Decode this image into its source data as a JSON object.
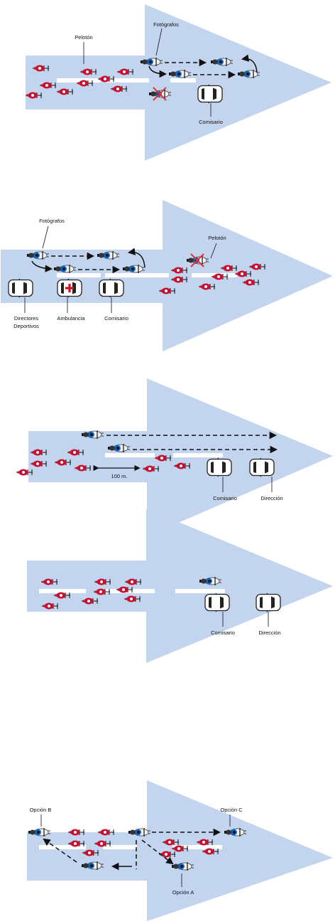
{
  "diagrams": [
    {
      "labels": {
        "peloton": "Pelotón",
        "fotografos": "Fotógrafos",
        "comisario": "Comisario"
      }
    },
    {
      "labels": {
        "fotografos": "Fotógrafos",
        "peloton": "Pelotón",
        "directores_1": "Directores",
        "directores_2": "Deportivos",
        "ambulancia": "Ambulancia",
        "comisario": "Comisario"
      }
    },
    {
      "labels": {
        "distance": "100 m.",
        "comisario": "Comisario",
        "direccion": "Dirección"
      }
    },
    {
      "labels": {
        "comisario": "Comisario",
        "direccion": "Dirección"
      }
    },
    {
      "labels": {
        "opcion_b": "Opción B",
        "opcion_c": "Opción C",
        "opcion_a": "Opción A"
      }
    }
  ],
  "colors": {
    "arrow_fill": "#c3d4ee",
    "rider_red": "#c8102e",
    "moto_blue": "#1565c0",
    "lane_white": "#ffffff"
  },
  "icons": [
    "cyclist-icon",
    "motorbike-icon",
    "car-icon",
    "ambulance-icon",
    "crossed-out-icon",
    "dashed-arrow-icon",
    "curved-arrow-icon"
  ]
}
